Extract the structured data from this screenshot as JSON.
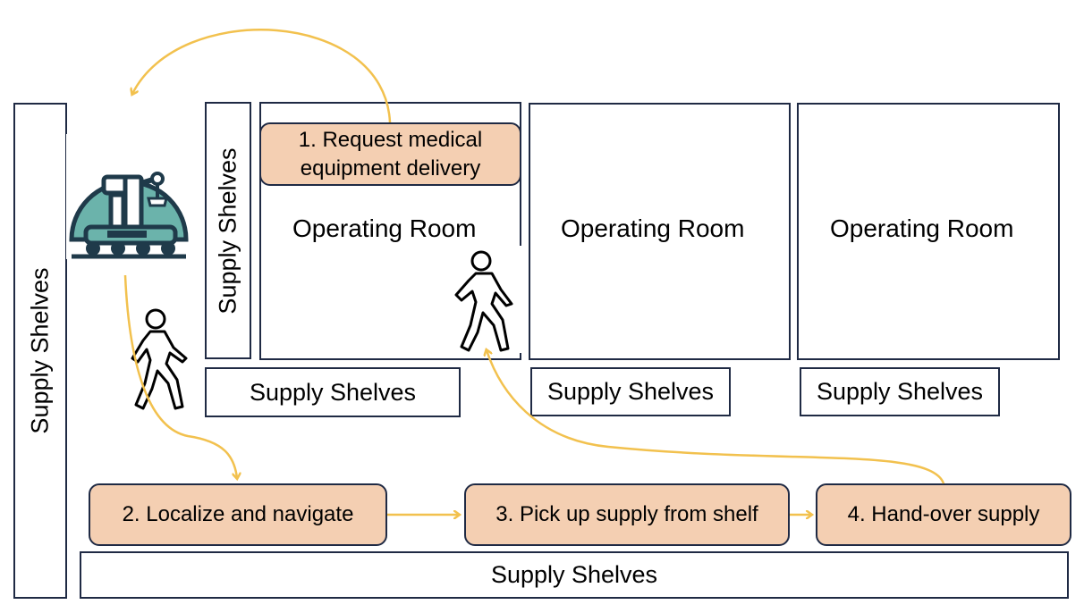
{
  "shelves": {
    "left": "Supply Shelves",
    "inner_vertical": "Supply Shelves",
    "room1_bottom": "Supply Shelves",
    "room2_bottom": "Supply Shelves",
    "room3_bottom": "Supply Shelves",
    "bottom": "Supply Shelves"
  },
  "rooms": [
    {
      "label": "Operating Room"
    },
    {
      "label": "Operating Room"
    },
    {
      "label": "Operating Room"
    }
  ],
  "steps": {
    "step1_line1": "1. Request medical",
    "step1_line2": "equipment delivery",
    "step2": "2. Localize and navigate",
    "step3": "3. Pick up supply from shelf",
    "step4": "4. Hand-over supply"
  },
  "colors": {
    "arrow": "#f2c14e",
    "step_fill": "#f4cfb2",
    "border": "#1f2a44",
    "robot_teal": "#6bb3ab",
    "robot_dark": "#1f3a4a"
  },
  "icons": [
    "robot-icon",
    "walking-person-icon"
  ]
}
